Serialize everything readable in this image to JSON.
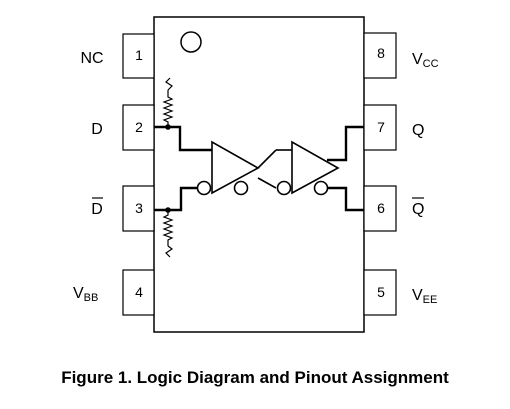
{
  "caption": "Figure 1. Logic Diagram and Pinout Assignment",
  "pins": {
    "p1": {
      "num": "1",
      "label": "NC"
    },
    "p2": {
      "num": "2",
      "label": "D"
    },
    "p3": {
      "num": "3",
      "label": "D"
    },
    "p4": {
      "num": "4",
      "label_main": "V",
      "label_sub": "BB"
    },
    "p5": {
      "num": "5",
      "label_main": "V",
      "label_sub": "EE"
    },
    "p6": {
      "num": "6",
      "label": "Q"
    },
    "p7": {
      "num": "7",
      "label": "Q"
    },
    "p8": {
      "num": "8",
      "label_main": "V",
      "label_sub": "CC"
    }
  },
  "colors": {
    "line": "#000000",
    "background": "#ffffff"
  }
}
